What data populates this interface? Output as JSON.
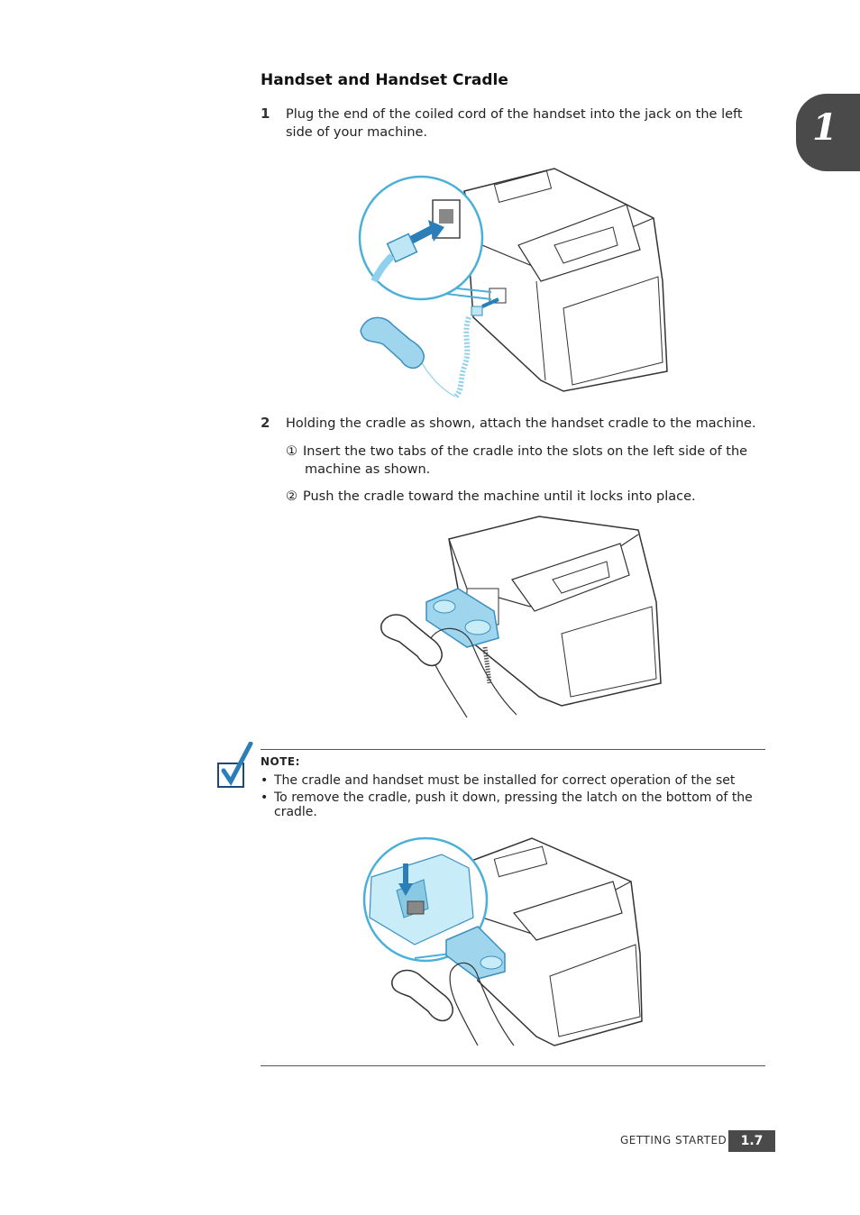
{
  "chapter_tab": {
    "number": "1"
  },
  "heading": "Handset and Handset Cradle",
  "step1": {
    "number": "1",
    "text_line1": "Plug the end of the coiled cord of the handset into the jack on the left",
    "text_line2": "side of your machine."
  },
  "step2": {
    "number": "2",
    "text": "Holding the cradle as shown, attach the handset cradle to the machine.",
    "sub1_marker": "①",
    "sub1_line1": "Insert the two tabs of the cradle into the slots on the left side of the",
    "sub1_line2": "machine as shown.",
    "sub2_marker": "②",
    "sub2_text": "Push the cradle toward the machine until it locks into place."
  },
  "note": {
    "label": "NOTE",
    "label_suffix": ":",
    "bullet1": "The cradle and handset must be installed for correct operation of the set",
    "bullet2_line1": "To remove the cradle, push it down, pressing the latch on the bottom of the",
    "bullet2_line2": "cradle."
  },
  "footer": {
    "section": "GETTING STARTED",
    "page": "1.7"
  },
  "colors": {
    "accent_blue": "#6ec6e8",
    "tab_gray": "#4a4a4a"
  }
}
